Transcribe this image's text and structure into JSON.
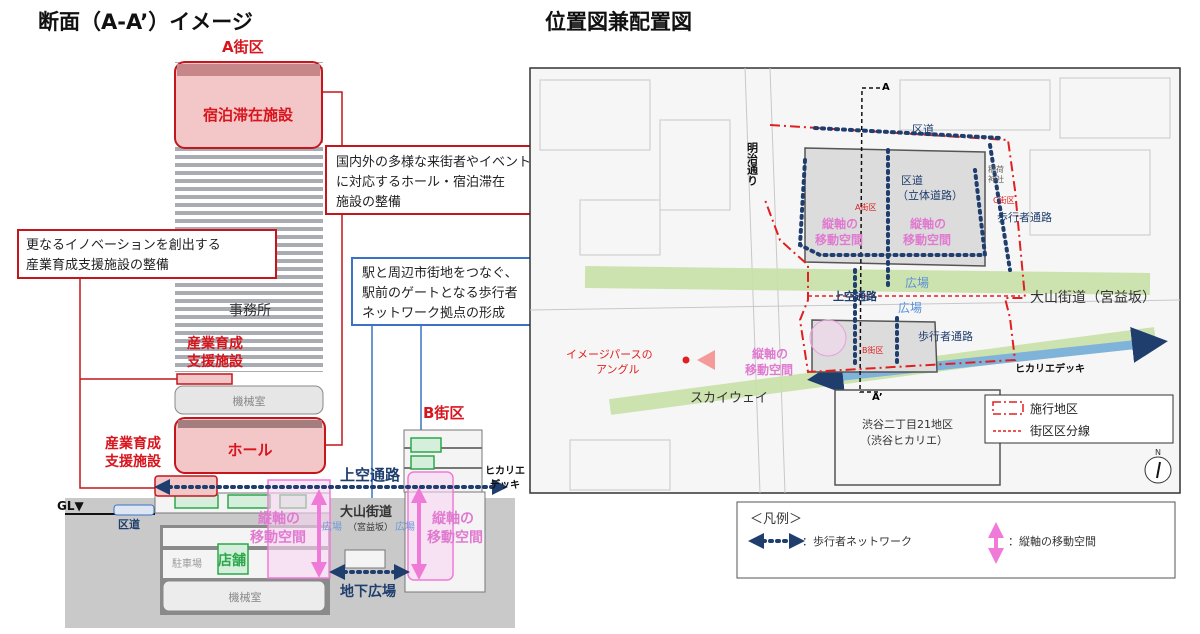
{
  "section": {
    "title": "断面（A-A’）イメージ",
    "block_a": "A街区",
    "block_b": "B街区",
    "lodging": "宿泊滞在施設",
    "office": "事務所",
    "machine_room": "機械室",
    "hall": "ホール",
    "industry_upper": [
      "産業育成",
      "支援施設"
    ],
    "industry_lower": [
      "産業育成",
      "支援施設"
    ],
    "callout_hall": [
      "国内外の多様な来街者やイベント",
      "に対応するホール・宿泊滞在",
      "施設の整備"
    ],
    "callout_innovation": [
      "更なるイノベーションを創出する",
      "産業育成支援施設の整備"
    ],
    "callout_station": [
      "駅と周辺市街地をつなぐ、",
      "駅前のゲートとなる歩行者",
      "ネットワーク拠点の形成"
    ],
    "skyway": "上空通路",
    "hikarie_deck": [
      "ヒカリエ",
      "デッキ"
    ],
    "gl": "GL▼",
    "ward_road": "区道",
    "vertical_left": [
      "縦軸の",
      "移動空間"
    ],
    "vertical_right": [
      "縦軸の",
      "移動空間"
    ],
    "oyama": "大山街道",
    "miyamasu": "（宮益坂）",
    "plaza_left": "広場",
    "plaza_right": "広場",
    "shop": "店舗",
    "parking": "駐車場",
    "machine_room_lower": "機械室",
    "underground_plaza": "地下広場"
  },
  "map": {
    "title": "位置図兼配置図",
    "a": "A",
    "a_prime": "A’",
    "ward_road": "区道",
    "meiji": "明治通り",
    "ward_road_3d": [
      "区道",
      "（立体道路）"
    ],
    "shrine": [
      "稲荷",
      "神社"
    ],
    "block_c": "C街区",
    "block_a": "A街区",
    "block_b": "B街区",
    "ped_path_1": "歩行者通路",
    "ped_path_2": "歩行者通路",
    "vertical_1": [
      "縦軸の",
      "移動空間"
    ],
    "vertical_2": [
      "縦軸の",
      "移動空間"
    ],
    "vertical_3": [
      "縦軸の",
      "移動空間"
    ],
    "plaza_1": "広場",
    "plaza_2": "広場",
    "skyway_bridge": "上空通路",
    "oyama": "大山街道（宮益坂）",
    "angle": [
      "イメージパースの",
      "アングル"
    ],
    "hikarie_deck": "ヒカリエデッキ",
    "skyway": "スカイウェイ",
    "hikarie_building": [
      "渋谷二丁目21地区",
      "（渋谷ヒカリエ）"
    ],
    "inner_legend": {
      "area": "施行地区",
      "block_line": "街区区分線"
    },
    "compass": "N"
  },
  "legend": {
    "title": "＜凡例＞",
    "pedestrian": "：歩行者ネットワーク",
    "vertical": "：縦軸の移動空間"
  },
  "colors": {
    "red": "#d8141c",
    "navy": "#1f3e6e",
    "pink": "#e07ad0",
    "green": "#2aa84a"
  }
}
